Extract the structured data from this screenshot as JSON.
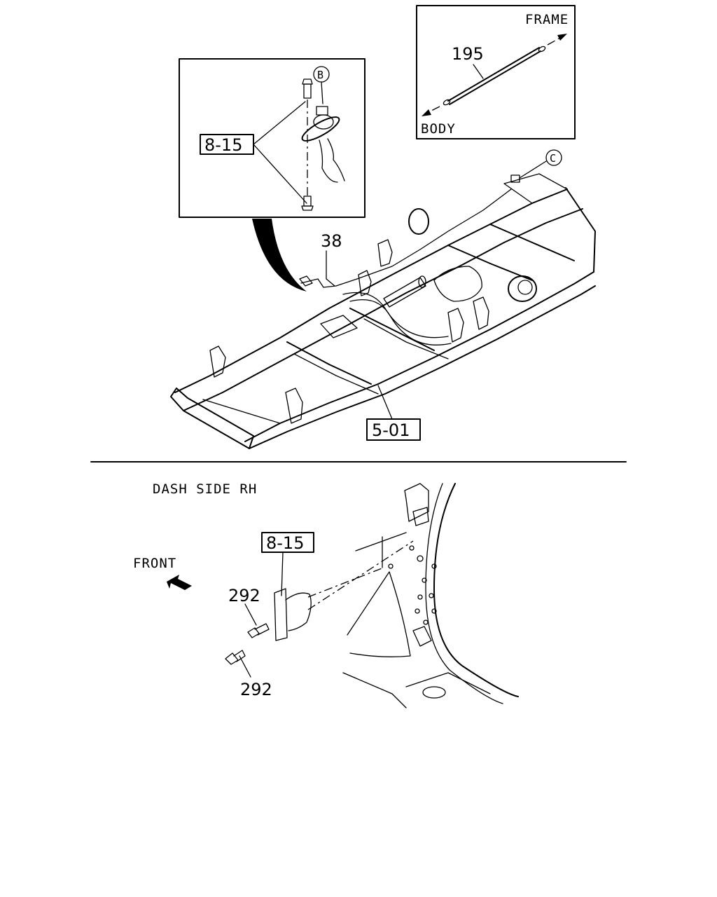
{
  "top_diagram": {
    "inset_cable": {
      "label_frame": "FRAME",
      "label_body": "BODY",
      "part_number": "195"
    },
    "inset_sensor": {
      "callout_circle": "B",
      "ref_box": "8-15"
    },
    "callout_c": "C",
    "part_38": "38",
    "frame_ref_box": "5-01"
  },
  "bottom_diagram": {
    "title": "DASH SIDE RH",
    "direction_label": "FRONT",
    "ref_box": "8-15",
    "bolt_upper": "292",
    "bolt_lower": "292"
  }
}
